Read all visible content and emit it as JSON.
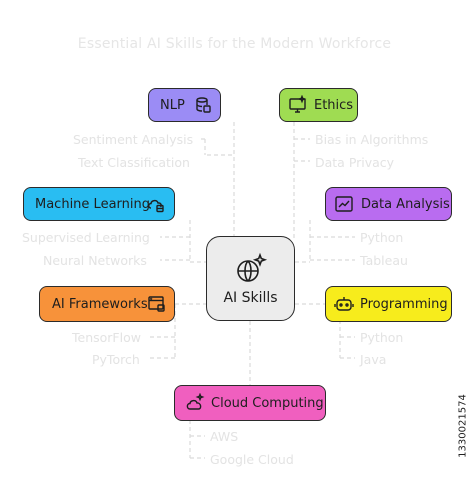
{
  "title": "Essential AI Skills for the Modern Workforce",
  "center": {
    "label": "AI Skills",
    "icon": "brain-sparkle-icon"
  },
  "nodes": [
    {
      "id": "nlp",
      "label": "NLP",
      "color": "#9b8cf5",
      "icon": "database-icon",
      "subs": [
        "Sentiment Analysis",
        "Text Classification"
      ]
    },
    {
      "id": "ethics",
      "label": "Ethics",
      "color": "#9fdc52",
      "icon": "monitor-sparkle-icon",
      "subs": [
        "Bias in Algorithms",
        "Data Privacy"
      ]
    },
    {
      "id": "ml",
      "label": "Machine Learning",
      "color": "#29bdf2",
      "icon": "cloud-database-icon",
      "subs": [
        "Supervised Learning",
        "Neural Networks"
      ]
    },
    {
      "id": "data",
      "label": "Data Analysis",
      "color": "#b96cf0",
      "icon": "line-chart-icon",
      "subs": [
        "Python",
        "Tableau"
      ]
    },
    {
      "id": "frameworks",
      "label": "AI Frameworks",
      "color": "#f7923a",
      "icon": "window-database-icon",
      "subs": [
        "TensorFlow",
        "PyTorch"
      ]
    },
    {
      "id": "programming",
      "label": "Programming",
      "color": "#f7ec1c",
      "icon": "robot-icon",
      "subs": [
        "Python",
        "Java"
      ]
    },
    {
      "id": "cloud",
      "label": "Cloud Computing",
      "color": "#f05fbf",
      "icon": "cloud-sparkle-icon",
      "subs": [
        "AWS",
        "Google Cloud"
      ]
    }
  ],
  "stock_id": "1330021574"
}
